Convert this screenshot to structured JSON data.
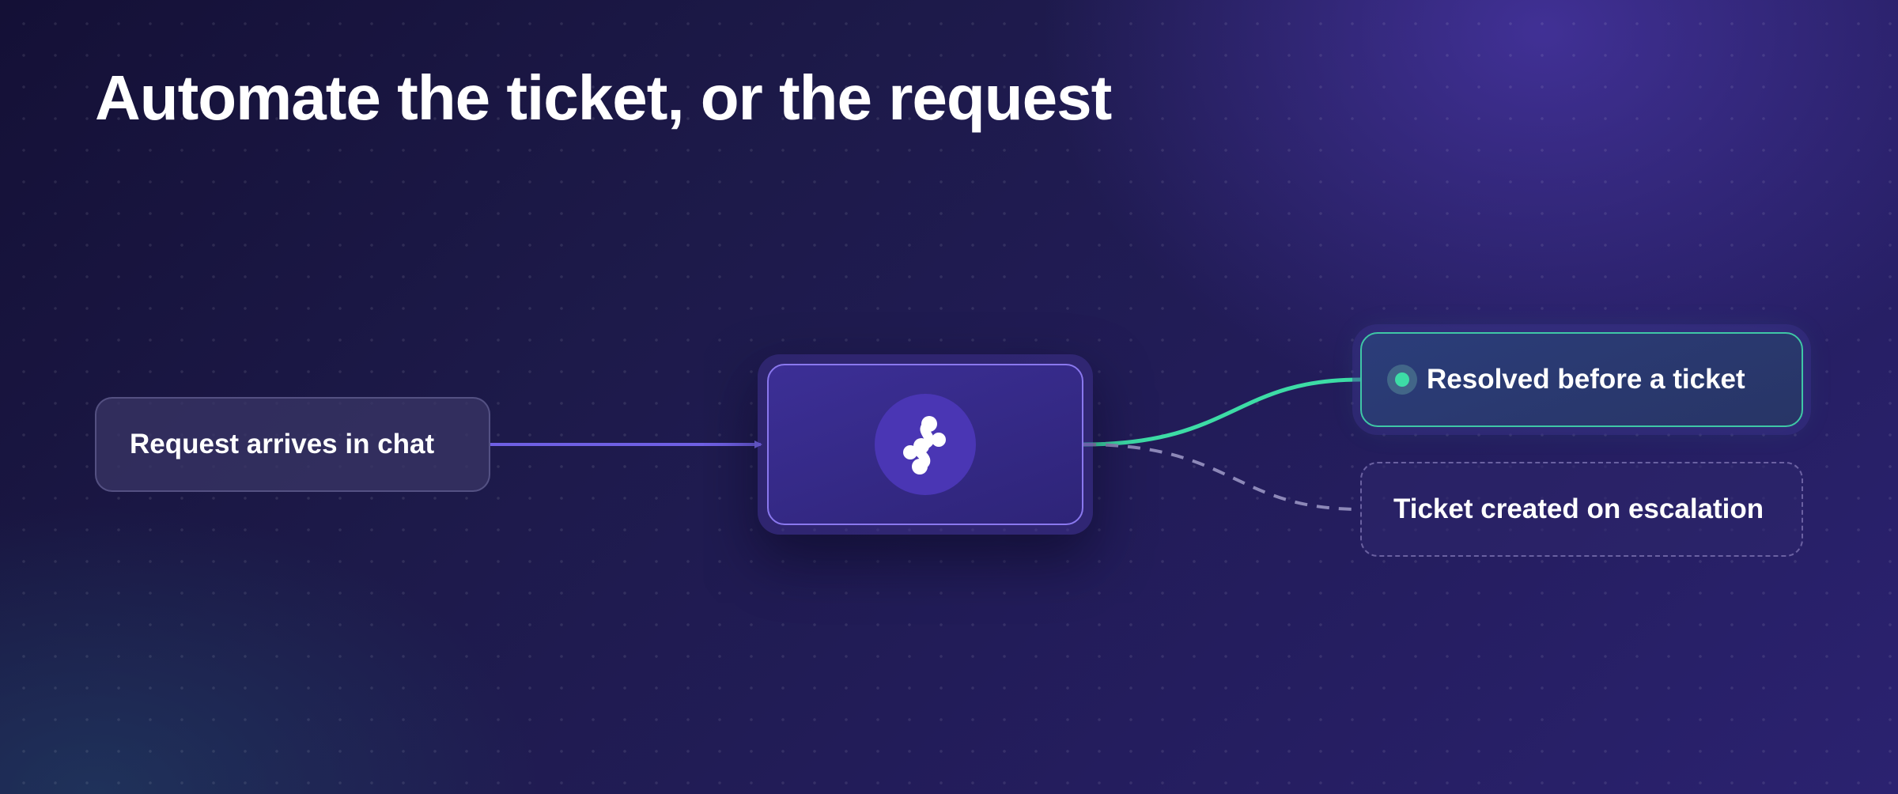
{
  "title": "Automate the ticket, or the request",
  "colors": {
    "accent_purple": "#7b6cf0",
    "success_green": "#3ddca6",
    "dashed_gray": "#8d88b8"
  },
  "nodes": {
    "source": {
      "label": "Request arrives in chat"
    },
    "hub": {
      "icon": "automation-logo-icon"
    },
    "resolved": {
      "label": "Resolved before a ticket",
      "status_icon": "status-dot-icon"
    },
    "escalation": {
      "label": "Ticket created on escalation"
    }
  },
  "edges": [
    {
      "from": "source",
      "to": "hub",
      "style": "solid-arrow"
    },
    {
      "from": "hub",
      "to": "resolved",
      "style": "solid-green"
    },
    {
      "from": "hub",
      "to": "escalation",
      "style": "dashed"
    }
  ]
}
